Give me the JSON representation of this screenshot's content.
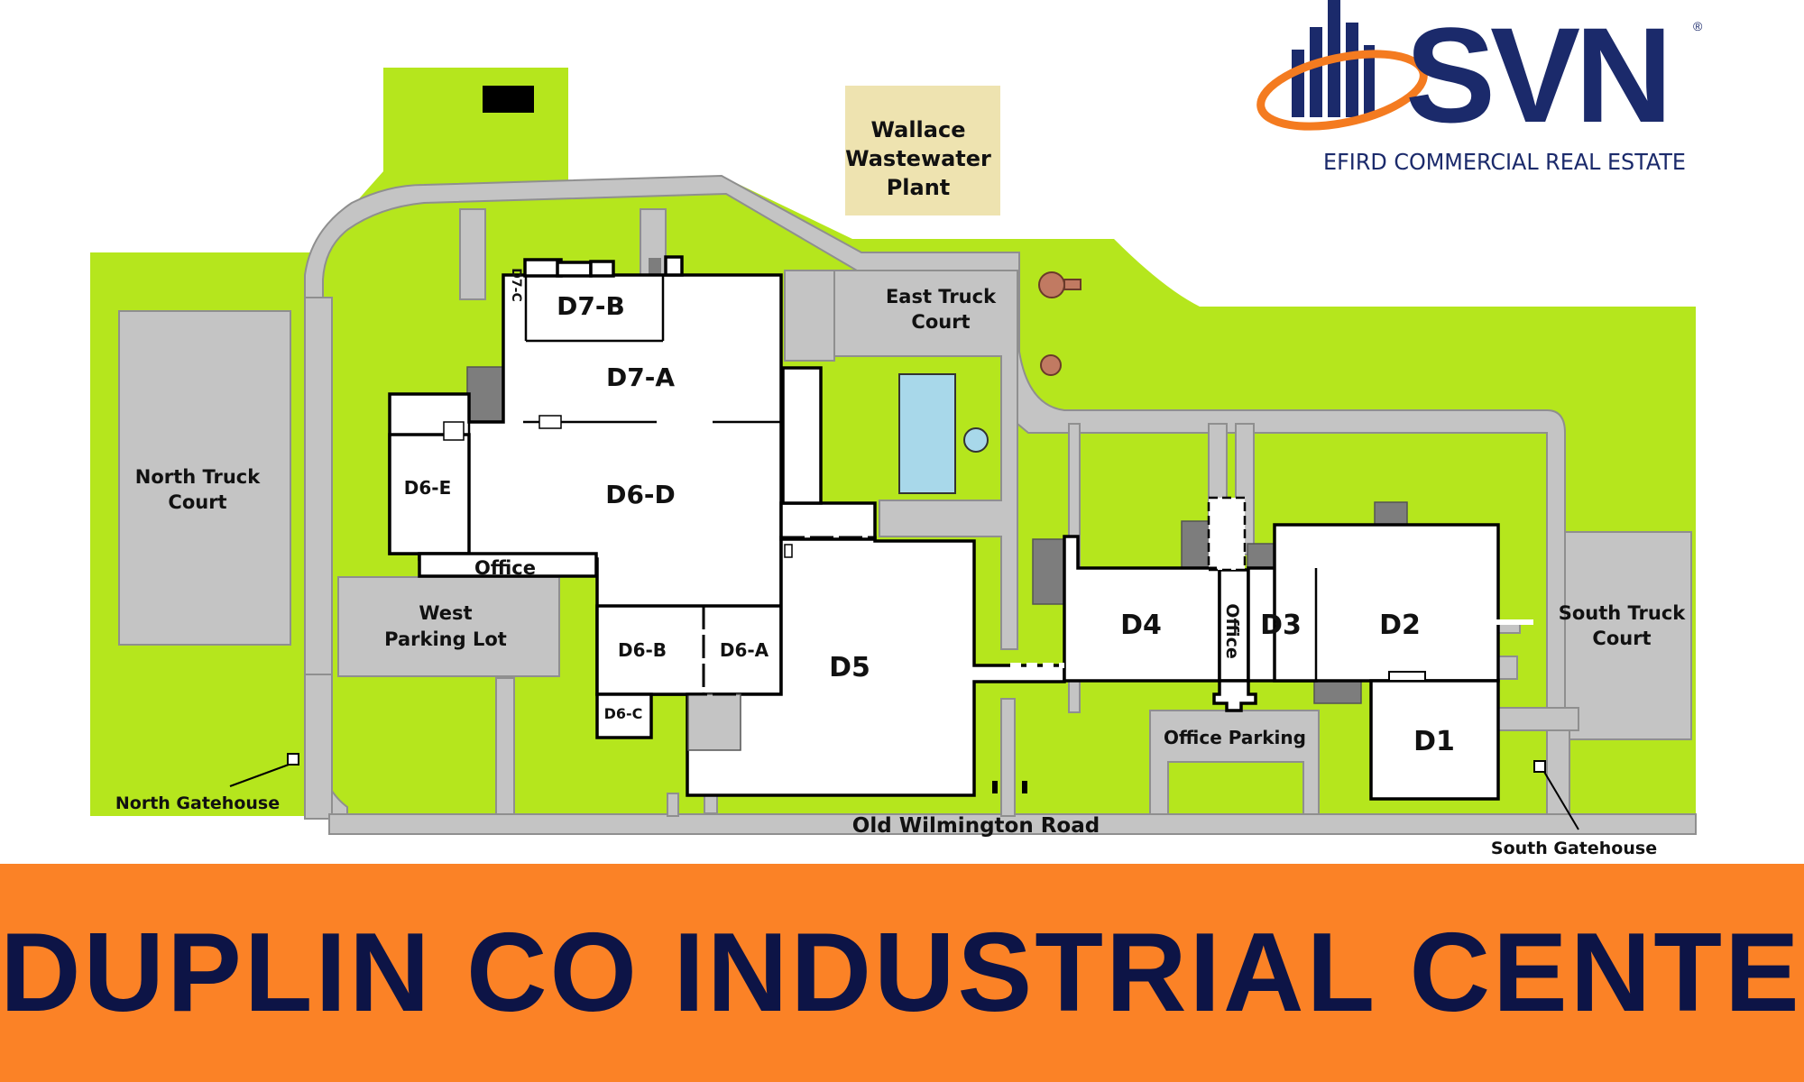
{
  "brand": {
    "logo_text": "SVN",
    "tagline": "EFIRD COMMERCIAL REAL ESTATE",
    "registered_mark": "®"
  },
  "banner": {
    "title": "DUPLIN CO INDUSTRIAL CENTER"
  },
  "map": {
    "buildings": {
      "d7a": "D7-A",
      "d7b": "D7-B",
      "d7c": "D7-C",
      "d6a": "D6-A",
      "d6b": "D6-B",
      "d6c": "D6-C",
      "d6d": "D6-D",
      "d6e": "D6-E",
      "d5": "D5",
      "d4": "D4",
      "d3": "D3",
      "d2": "D2",
      "d1": "D1",
      "office_west": "Office",
      "office_vertical": "Office"
    },
    "areas": {
      "north_truck_court": [
        "North Truck",
        "Court"
      ],
      "east_truck_court": [
        "East Truck",
        "Court"
      ],
      "south_truck_court": [
        "South Truck",
        "Court"
      ],
      "west_parking_lot": [
        "West",
        "Parking Lot"
      ],
      "office_parking": "Office Parking",
      "wastewater_plant": [
        "Wallace",
        "Wastewater",
        "Plant"
      ]
    },
    "road": "Old Wilmington Road",
    "gatehouses": {
      "north": "North Gatehouse",
      "south": "South Gatehouse"
    },
    "colors": {
      "grass": "#b5e61d",
      "pavement": "#c4c4c4",
      "water": "#a8d8ea",
      "wastewater_plant": "#eee3b0",
      "banner": "#fb8226",
      "banner_text": "#0d1446",
      "brand_blue": "#1b2a6b",
      "brand_orange": "#f47b20"
    }
  }
}
